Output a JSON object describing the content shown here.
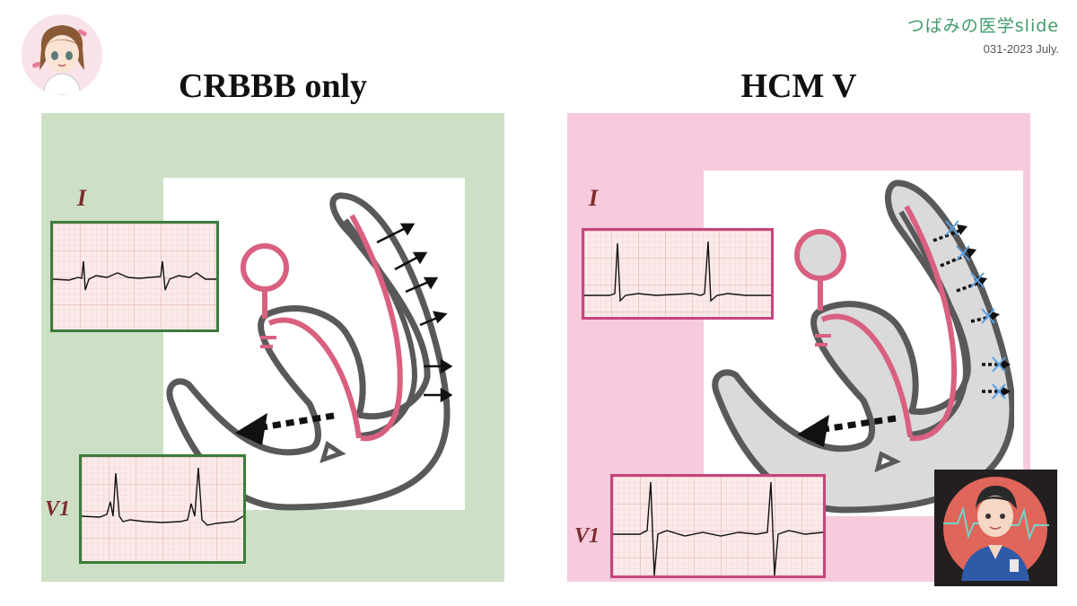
{
  "brand": {
    "title": "つばみの医学slide",
    "subtitle": "031-2023 July."
  },
  "panels": [
    {
      "title": "CRBBB only",
      "lead_top": "I",
      "lead_bottom": "V1",
      "background": "#cde0c6",
      "box_border": "#3b7d3b"
    },
    {
      "title": "HCM V",
      "lead_top": "I",
      "lead_bottom": "V1",
      "background": "#f7cade",
      "box_border": "#c6457e"
    }
  ],
  "colors": {
    "heart_outline": "#595959",
    "conduction": "#d9607f",
    "grid_minor": "#f2c9c9",
    "grid_major": "#e0a5a5",
    "x_mark": "#5aa0e0"
  },
  "icons": [
    "student-avatar",
    "doctor-avatar"
  ]
}
